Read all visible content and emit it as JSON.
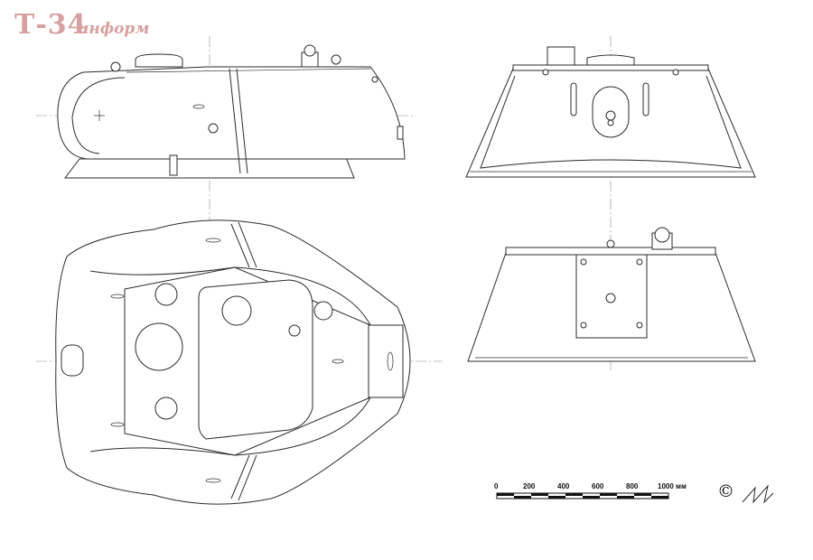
{
  "logo": {
    "main": "Т-34",
    "sub": "информ"
  },
  "scale_bar": {
    "labels": [
      "0",
      "200",
      "400",
      "600",
      "800",
      "1000 мм"
    ]
  },
  "signature": {
    "copyright": "©"
  }
}
